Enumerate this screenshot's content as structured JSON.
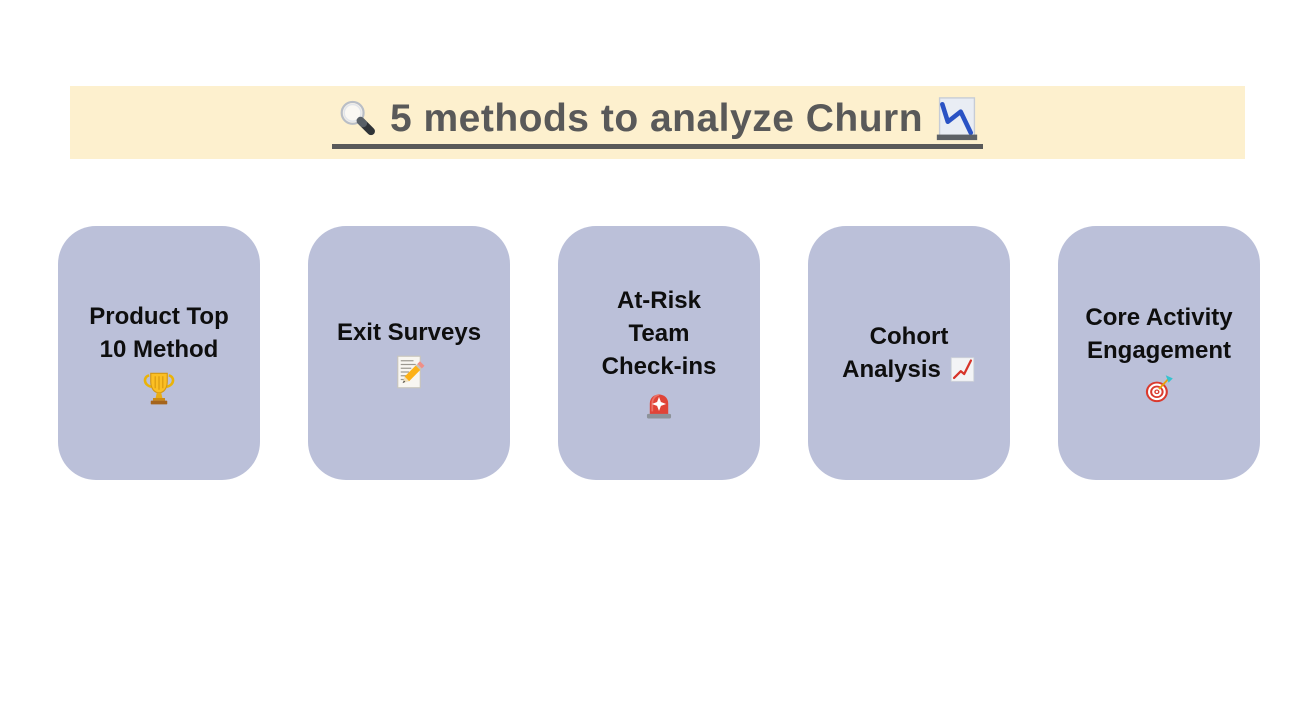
{
  "banner": {
    "title": "5 methods to analyze Churn",
    "leading_icon": "magnifying-glass-icon",
    "trailing_icon": "chart-decreasing-icon"
  },
  "cards": [
    {
      "label": "Product Top 10 Method",
      "lines": [
        "Product Top",
        "10 Method"
      ],
      "icon": "trophy-icon",
      "icon_placement": "below"
    },
    {
      "label": "Exit Surveys",
      "lines": [
        "Exit Surveys"
      ],
      "icon": "memo-icon",
      "icon_placement": "below"
    },
    {
      "label": "At-Risk Team Check-ins",
      "lines": [
        "At-Risk",
        "Team",
        "Check-ins"
      ],
      "icon": "police-car-light-icon",
      "icon_placement": "below"
    },
    {
      "label": "Cohort Analysis",
      "lines": [
        "Cohort",
        "Analysis"
      ],
      "icon": "chart-increasing-icon",
      "icon_placement": "inline-after-last-line"
    },
    {
      "label": "Core Activity Engagement",
      "lines": [
        "Core Activity",
        "Engagement"
      ],
      "icon": "target-icon",
      "icon_placement": "below"
    }
  ],
  "colors": {
    "page_background": "#ffffff",
    "banner_background": "#fdf0ce",
    "banner_text": "#595959",
    "card_background": "#bbc0d9",
    "card_text": "#0e0e0e"
  }
}
